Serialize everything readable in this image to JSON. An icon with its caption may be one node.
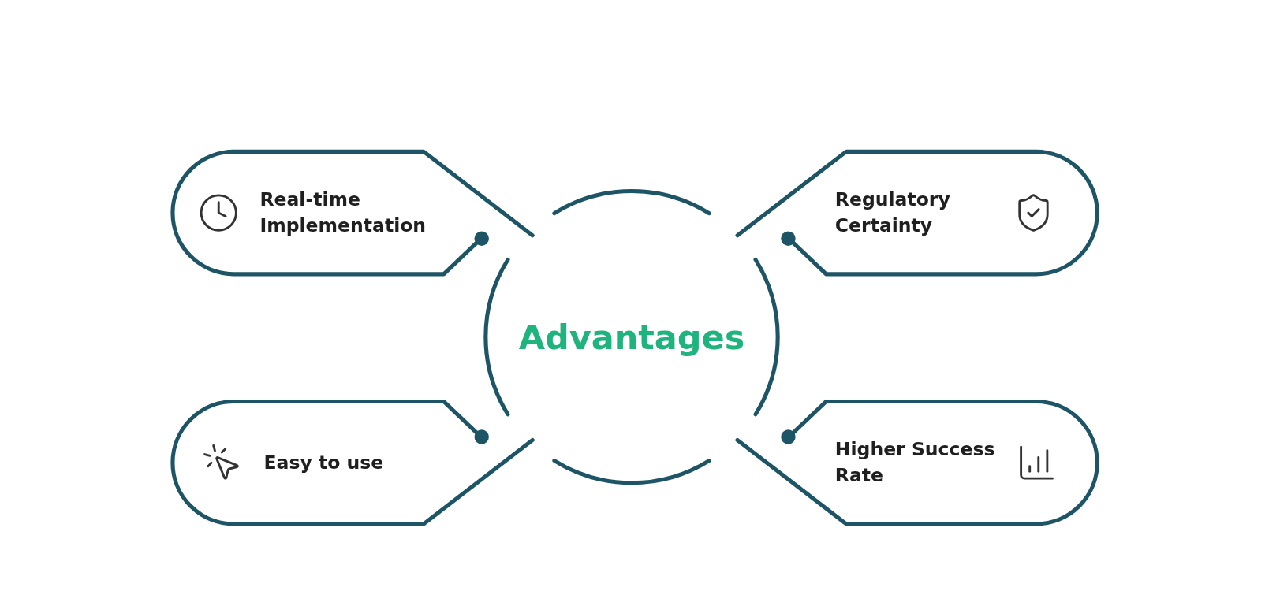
{
  "diagram": {
    "nodes": [
      {
        "text": [
          "Advantages"
        ]
      },
      {
        "text": [
          "Real-time Implementation"
        ]
      },
      {
        "text": [
          "Regulatory Certainty"
        ]
      },
      {
        "text": [
          "Easy to use"
        ]
      },
      {
        "text": [
          "Higher Success Rate"
        ]
      }
    ]
  }
}
